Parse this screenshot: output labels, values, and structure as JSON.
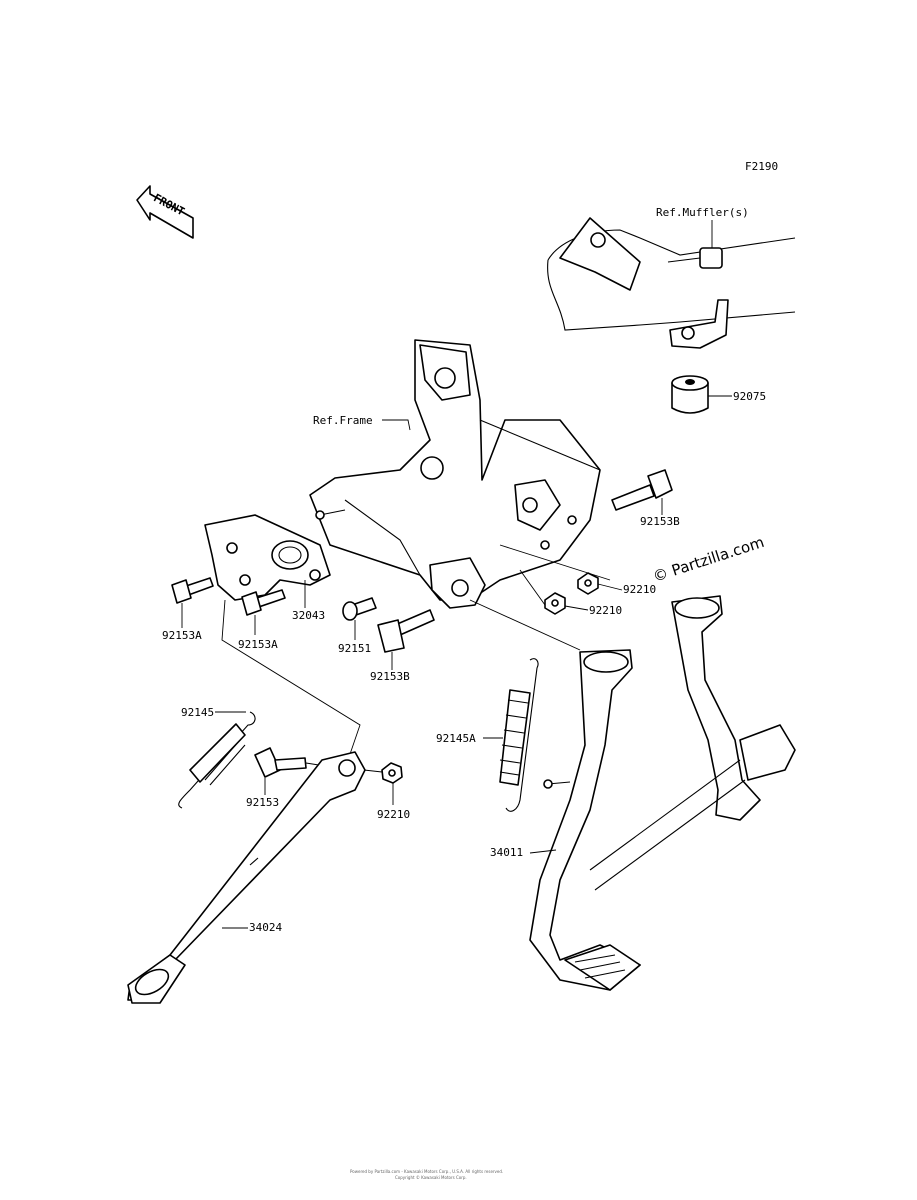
{
  "figure_code": "F2190",
  "front_label": "FRONT",
  "watermark": "© Partzilla.com",
  "copyright": "Powered by Partzilla.com - Kawasaki Motors Corp., U.S.A. All rights reserved.",
  "copyright_2": "Copyright © Kawasaki Motors Corp.",
  "refs": {
    "muffler": "Ref.Muffler(s)",
    "frame": "Ref.Frame"
  },
  "labels": {
    "p92075": "92075",
    "p92153B_top": "92153B",
    "p92210_a": "92210",
    "p92210_b": "92210",
    "p92153A_left": "92153A",
    "p92153A_mid": "92153A",
    "p32043": "32043",
    "p92151": "92151",
    "p92153B_bottom": "92153B",
    "p92145_left": "92145",
    "p92153": "92153",
    "p92210_c": "92210",
    "p92145A": "92145A",
    "p34011": "34011",
    "p34024": "34024"
  }
}
